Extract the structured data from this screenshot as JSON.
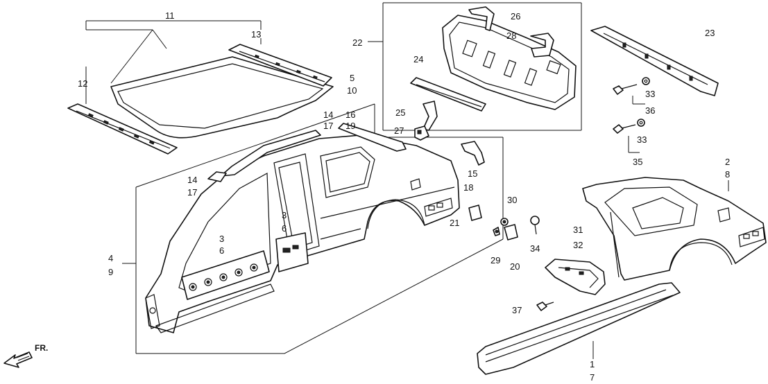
{
  "callouts": [
    {
      "id": "c11",
      "text": "11"
    },
    {
      "id": "c13",
      "text": "13"
    },
    {
      "id": "c12",
      "text": "12"
    },
    {
      "id": "c5",
      "text": "5"
    },
    {
      "id": "c10",
      "text": "10"
    },
    {
      "id": "c14a",
      "text": "14"
    },
    {
      "id": "c17a",
      "text": "17"
    },
    {
      "id": "c16",
      "text": "16"
    },
    {
      "id": "c19",
      "text": "19"
    },
    {
      "id": "c14b",
      "text": "14"
    },
    {
      "id": "c17b",
      "text": "17"
    },
    {
      "id": "c22",
      "text": "22"
    },
    {
      "id": "c26",
      "text": "26"
    },
    {
      "id": "c28",
      "text": "28"
    },
    {
      "id": "c24",
      "text": "24"
    },
    {
      "id": "c25",
      "text": "25"
    },
    {
      "id": "c27",
      "text": "27"
    },
    {
      "id": "c23",
      "text": "23"
    },
    {
      "id": "c33a",
      "text": "33"
    },
    {
      "id": "c36",
      "text": "36"
    },
    {
      "id": "c33b",
      "text": "33"
    },
    {
      "id": "c35",
      "text": "35"
    },
    {
      "id": "c2",
      "text": "2"
    },
    {
      "id": "c8",
      "text": "8"
    },
    {
      "id": "c15",
      "text": "15"
    },
    {
      "id": "c18",
      "text": "18"
    },
    {
      "id": "c21",
      "text": "21"
    },
    {
      "id": "c30",
      "text": "30"
    },
    {
      "id": "c29",
      "text": "29"
    },
    {
      "id": "c20",
      "text": "20"
    },
    {
      "id": "c34",
      "text": "34"
    },
    {
      "id": "c31",
      "text": "31"
    },
    {
      "id": "c32",
      "text": "32"
    },
    {
      "id": "c37",
      "text": "37"
    },
    {
      "id": "c1",
      "text": "1"
    },
    {
      "id": "c7",
      "text": "7"
    },
    {
      "id": "c3a",
      "text": "3"
    },
    {
      "id": "c6a",
      "text": "6"
    },
    {
      "id": "c3b",
      "text": "3"
    },
    {
      "id": "c6b",
      "text": "6"
    },
    {
      "id": "c4",
      "text": "4"
    },
    {
      "id": "c9",
      "text": "9"
    }
  ],
  "front_indicator": {
    "label": "FR.",
    "icon": "arrow-front-icon"
  }
}
